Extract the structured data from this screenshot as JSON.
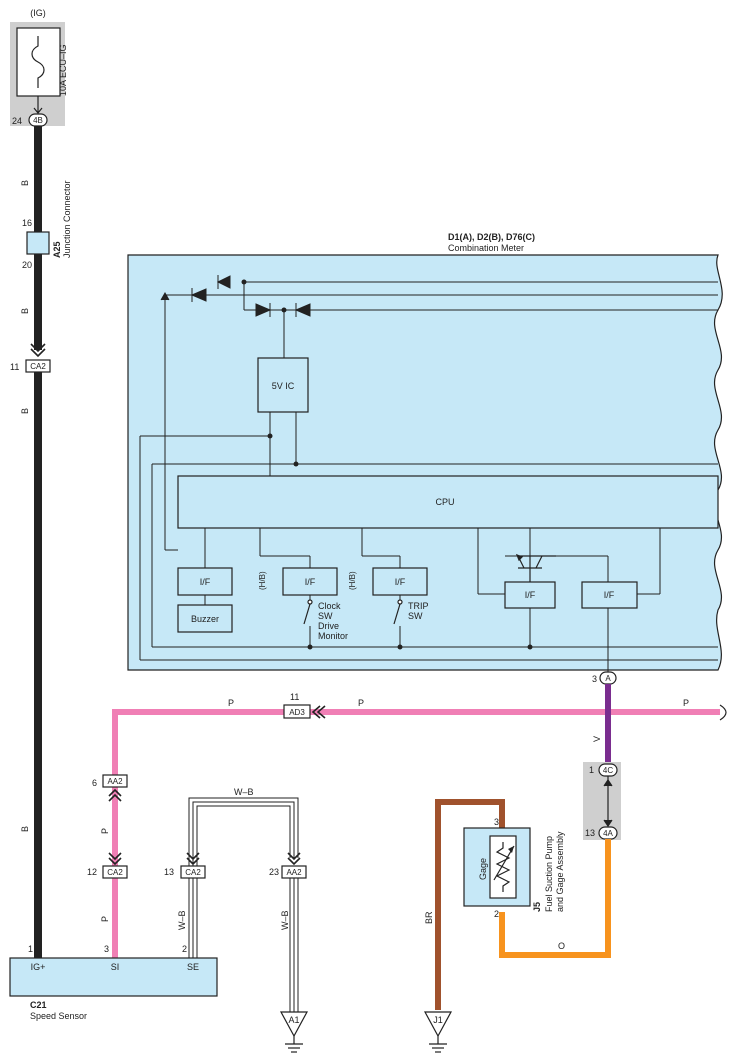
{
  "fuse": {
    "ig_label": "(IG)",
    "name": "10A ECU–IG",
    "pin": "24",
    "connector": "4B"
  },
  "wires": {
    "b1": "B",
    "b2": "B",
    "b3": "B",
    "b4": "B",
    "p1": "P",
    "p2": "P",
    "p3": "P",
    "p4": "P",
    "p5": "P",
    "v": "V",
    "wb1": "W–B",
    "wb2": "W–B",
    "wb3": "W–B",
    "br": "BR",
    "o": "O"
  },
  "junction": {
    "id": "A25",
    "name": "Junction Connector",
    "pin_top": "16",
    "pin_bottom": "20"
  },
  "ca2_top": {
    "pin": "11",
    "label": "CA2"
  },
  "meter": {
    "id": "D1(A), D2(B), D76(C)",
    "name": "Combination Meter",
    "ic": "5V IC",
    "cpu": "CPU",
    "if": "I/F",
    "buzzer": "Buzzer",
    "hb1": "(H/B)",
    "hb2": "(H/B)",
    "sw1": [
      "Clock",
      "SW",
      "Drive",
      "Monitor"
    ],
    "sw2": [
      "TRIP",
      "SW"
    ],
    "out_pin": "3",
    "out_conn": "A"
  },
  "ad3": {
    "pin": "11",
    "label": "AD3"
  },
  "aa2_left": {
    "pin": "6",
    "label": "AA2"
  },
  "ca2_12": {
    "pin": "12",
    "label": "CA2"
  },
  "ca2_13": {
    "pin": "13",
    "label": "CA2"
  },
  "aa2_23": {
    "pin": "23",
    "label": "AA2"
  },
  "jc4": {
    "pin1": "1",
    "conn1": "4C",
    "pin2": "13",
    "conn2": "4A"
  },
  "gage": {
    "id": "J5",
    "name1": "Fuel Suction Pump",
    "name2": "and Gage Assembly",
    "label": "Gage",
    "pin_top": "3",
    "pin_bottom": "2"
  },
  "sensor": {
    "id": "C21",
    "name": "Speed Sensor",
    "pin1": "1",
    "pin3": "3",
    "pin2": "2",
    "t1": "IG+",
    "t2": "SI",
    "t3": "SE"
  },
  "grounds": {
    "a1": "A1",
    "j1": "J1"
  },
  "colors": {
    "pink": "#f07fb5",
    "purple": "#7a2d8f",
    "orange": "#f7931e",
    "brown": "#a0522d",
    "blue_fill": "#c6e8f7",
    "grey_box": "#cfcfcf"
  }
}
